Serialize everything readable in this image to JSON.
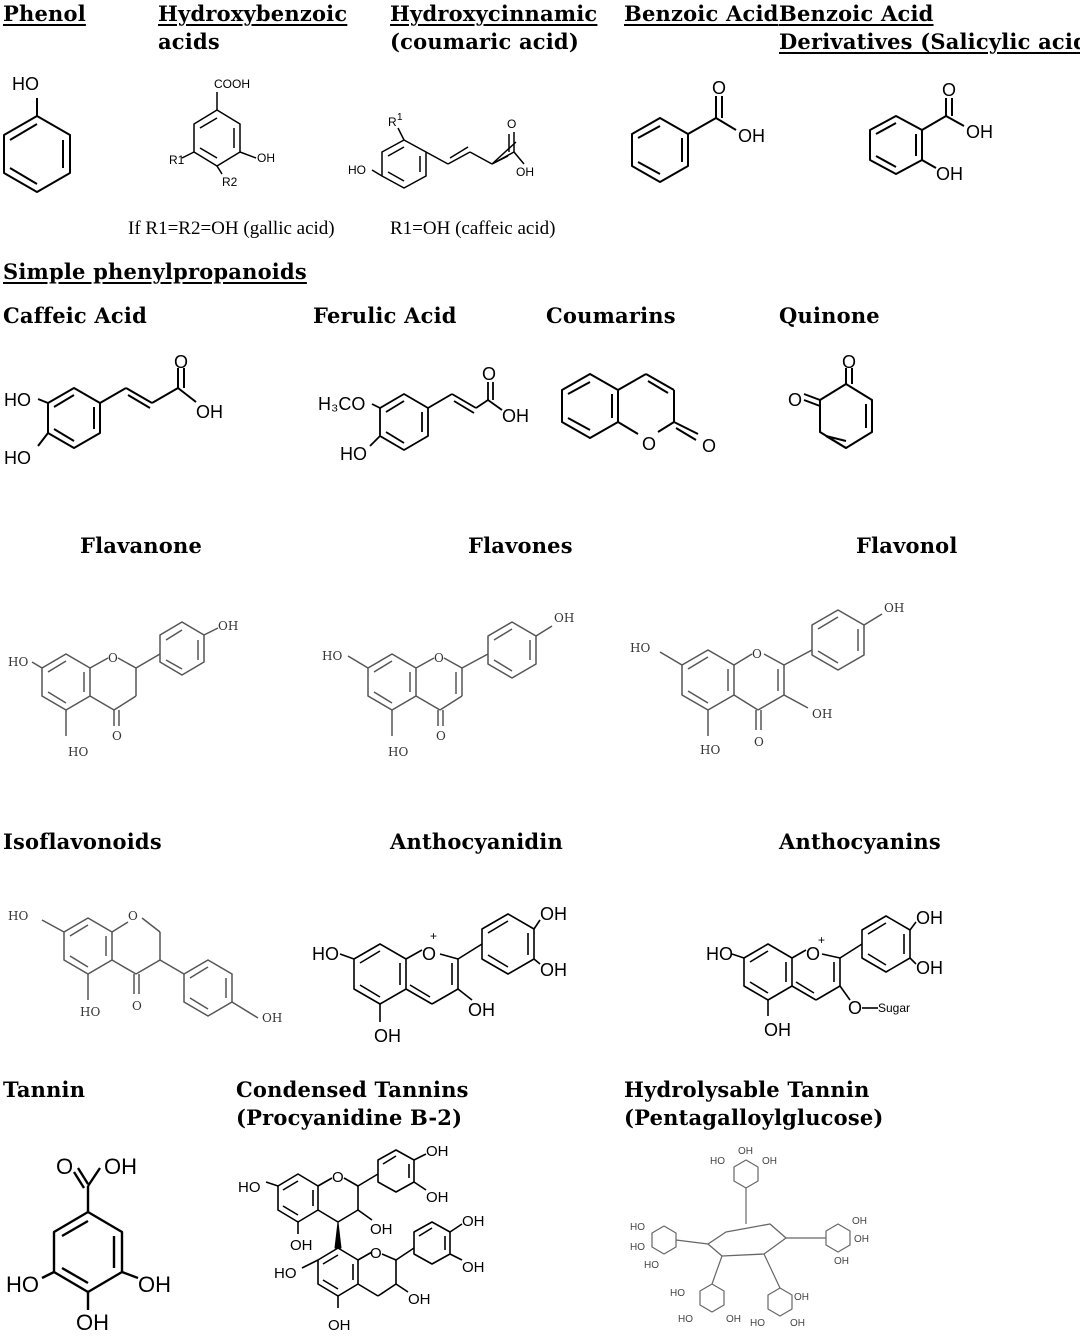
{
  "titles": {
    "phenol": "Phenol",
    "hydroxybenzoic": [
      "Hydroxybenzoic",
      "acids"
    ],
    "hydroxycinnamic": [
      "Hydroxycinnamic",
      "(coumaric acid)"
    ],
    "benzoic": "Benzoic Acid",
    "benzoic_deriv": [
      "Benzoic Acid",
      "Derivatives (Salicylic acid)"
    ],
    "simple_phenylpropanoids": "Simple phenylpropanoids",
    "caffeic": "Caffeic Acid",
    "ferulic": "Ferulic Acid",
    "coumarins": "Coumarins",
    "quinone": "Quinone",
    "flavanone": "Flavanone",
    "flavones": "Flavones",
    "flavonol": "Flavonol",
    "isoflavonoids": "Isoflavonoids",
    "anthocyanidin": "Anthocyanidin",
    "anthocyanins": "Anthocyanins",
    "tannin": "Tannin",
    "condensed": [
      "Condensed Tannins",
      "(Procyanidine B-2)"
    ],
    "hydrolysable": [
      "Hydrolysable Tannin",
      "(Pentagalloylglucose)"
    ]
  },
  "notes": {
    "gallic": "If R1=R2=OH (gallic acid)",
    "caffeic": "R1=OH (caffeic acid)"
  },
  "atoms": {
    "OH": "OH",
    "HO": "HO",
    "O": "O",
    "COOH": "COOH",
    "R1": "R1",
    "R2": "R2",
    "R": "R",
    "sup1": "1",
    "plus": "+",
    "sugar": "Sugar",
    "H3CO": "H₃CO",
    "Oh_small": "OH",
    "Ho_small": "HO"
  }
}
